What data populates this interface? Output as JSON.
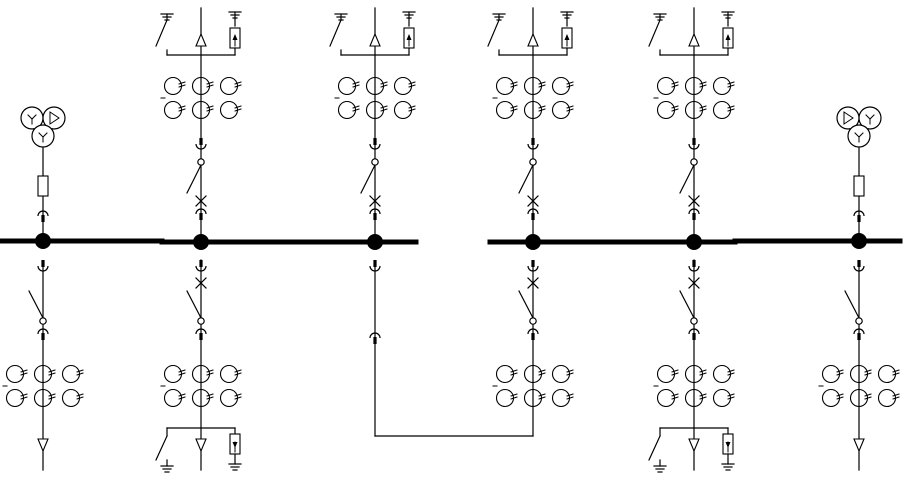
{
  "diagram": {
    "kind": "single-line switchgear diagram",
    "colors": {
      "line": "#000000",
      "background": "#ffffff"
    },
    "bus_sections": [
      {
        "id": "bus-left",
        "feeders": [
          "vt-left",
          "feeder-1",
          "bus-coupler"
        ]
      },
      {
        "id": "bus-right",
        "feeders": [
          "riser",
          "feeder-2",
          "vt-right"
        ]
      }
    ],
    "feeders": [
      {
        "id": "vt-left",
        "role": "voltage-transformer-bay",
        "top": "vt",
        "bottom": "incoming"
      },
      {
        "id": "feeder-1",
        "role": "feeder-bay",
        "top": "line",
        "bottom": "outgoing"
      },
      {
        "id": "bus-coupler",
        "role": "bus-coupler",
        "top": "line",
        "bottom": "tie"
      },
      {
        "id": "riser",
        "role": "bus-riser",
        "top": "line",
        "bottom": "tie"
      },
      {
        "id": "feeder-2",
        "role": "feeder-bay",
        "top": "line",
        "bottom": "outgoing"
      },
      {
        "id": "vt-right",
        "role": "voltage-transformer-bay",
        "top": "vt",
        "bottom": "incoming"
      }
    ]
  }
}
